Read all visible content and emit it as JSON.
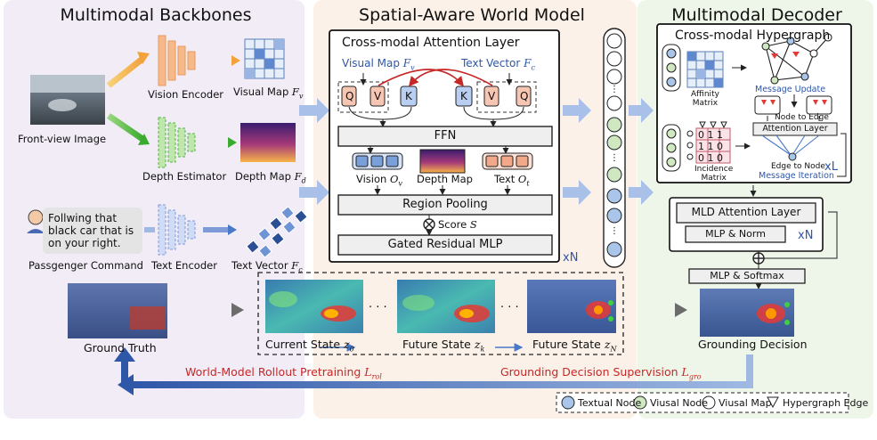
{
  "panels": {
    "backbones_title": "Multimodal Backbones",
    "world_model_title": "Spatial-Aware World Model",
    "decoder_title": "Multimodal Decoder"
  },
  "backbones": {
    "front_view_label": "Front-view Image",
    "vision_encoder_label": "Vision Encoder",
    "visual_map_label": "Visual Map",
    "visual_map_sym": "F",
    "visual_map_sub": "v",
    "depth_estimator_label": "Depth Estimator",
    "depth_map_label": "Depth Map",
    "depth_map_sym": "F",
    "depth_map_sub": "d",
    "command_text": [
      "Follwing that",
      "black car that is",
      "on your right."
    ],
    "command_label": "Passgenger Command",
    "text_encoder_label": "Text Encoder",
    "text_vector_label": "Text Vector",
    "text_vector_sym": "F",
    "text_vector_sub": "c"
  },
  "world_model": {
    "cross_attn_title": "Cross-modal Attention Layer",
    "visual_map_label": "Visual Map",
    "visual_map_sym": "F",
    "visual_map_sub": "v",
    "text_vector_label": "Text Vector",
    "text_vector_sym": "F",
    "text_vector_sub": "c",
    "qkv_left": [
      "Q",
      "V",
      "K"
    ],
    "qkv_right": [
      "K",
      "V",
      "Q"
    ],
    "ffn_label": "FFN",
    "vision_out_label": "Vision",
    "vision_out_sym": "O",
    "vision_out_sub": "v",
    "depth_map_label": "Depth Map",
    "text_out_label": "Text",
    "text_out_sym": "O",
    "text_out_sub": "t",
    "region_pooling_label": "Region Pooling",
    "score_label": "Score",
    "score_sym": "S",
    "gated_mlp_label": "Gated Residual MLP",
    "repeat_label": "xN"
  },
  "decoder": {
    "hypergraph_title": "Cross-modal Hypergraph",
    "affinity_label": [
      "Affinity",
      "Matrix"
    ],
    "message_update_label": "Message Update",
    "node_to_edge_label": "Node to Edge",
    "attention_layer_label": "Attention Layer",
    "incidence_label": [
      "Incidence",
      "Matrix"
    ],
    "incidence_rows": [
      "0 1 1",
      "1 1 0",
      "0 1 0"
    ],
    "edge_to_node_label": "Edge to Node",
    "message_iteration_label": "Message Iteration",
    "hyper_repeat_label": "xL",
    "mld_attention_label": "MLD Attention Layer",
    "mlp_norm_label": "MLP & Norm",
    "mld_repeat_label": "xN",
    "mlp_softmax_label": "MLP & Softmax",
    "grounding_decision_label": "Grounding Decision"
  },
  "bottom": {
    "ground_truth_label": "Ground Truth",
    "current_state_label": "Current State",
    "current_state_sym": "z",
    "current_state_sub": "0",
    "future_state_k_label": "Future State",
    "future_state_k_sym": "z",
    "future_state_k_sub": "k",
    "future_state_n_label": "Future State",
    "future_state_n_sym": "z",
    "future_state_n_sub": "N",
    "ellipsis": "· · ·",
    "rollout_label": "World-Model Rollout Pretraining",
    "rollout_sym": "L",
    "rollout_sub": "rol",
    "supervision_label": "Grounding Decision Supervision",
    "supervision_sym": "L",
    "supervision_sub": "gro"
  },
  "legend": {
    "textual_node": "Textual Node",
    "visual_node": "Viusal Node",
    "visual_map": "Viusal Map",
    "hypergraph_edge": "Hypergraph Edge"
  },
  "colors": {
    "backbone_bg": "#f1ecf6",
    "world_bg": "#fbf1e8",
    "decoder_bg": "#eef6e9",
    "textual_node": "#a9c6ea",
    "visual_node": "#cfe8c2",
    "accent_blue": "#2f57a8",
    "accent_red": "#c62828"
  }
}
